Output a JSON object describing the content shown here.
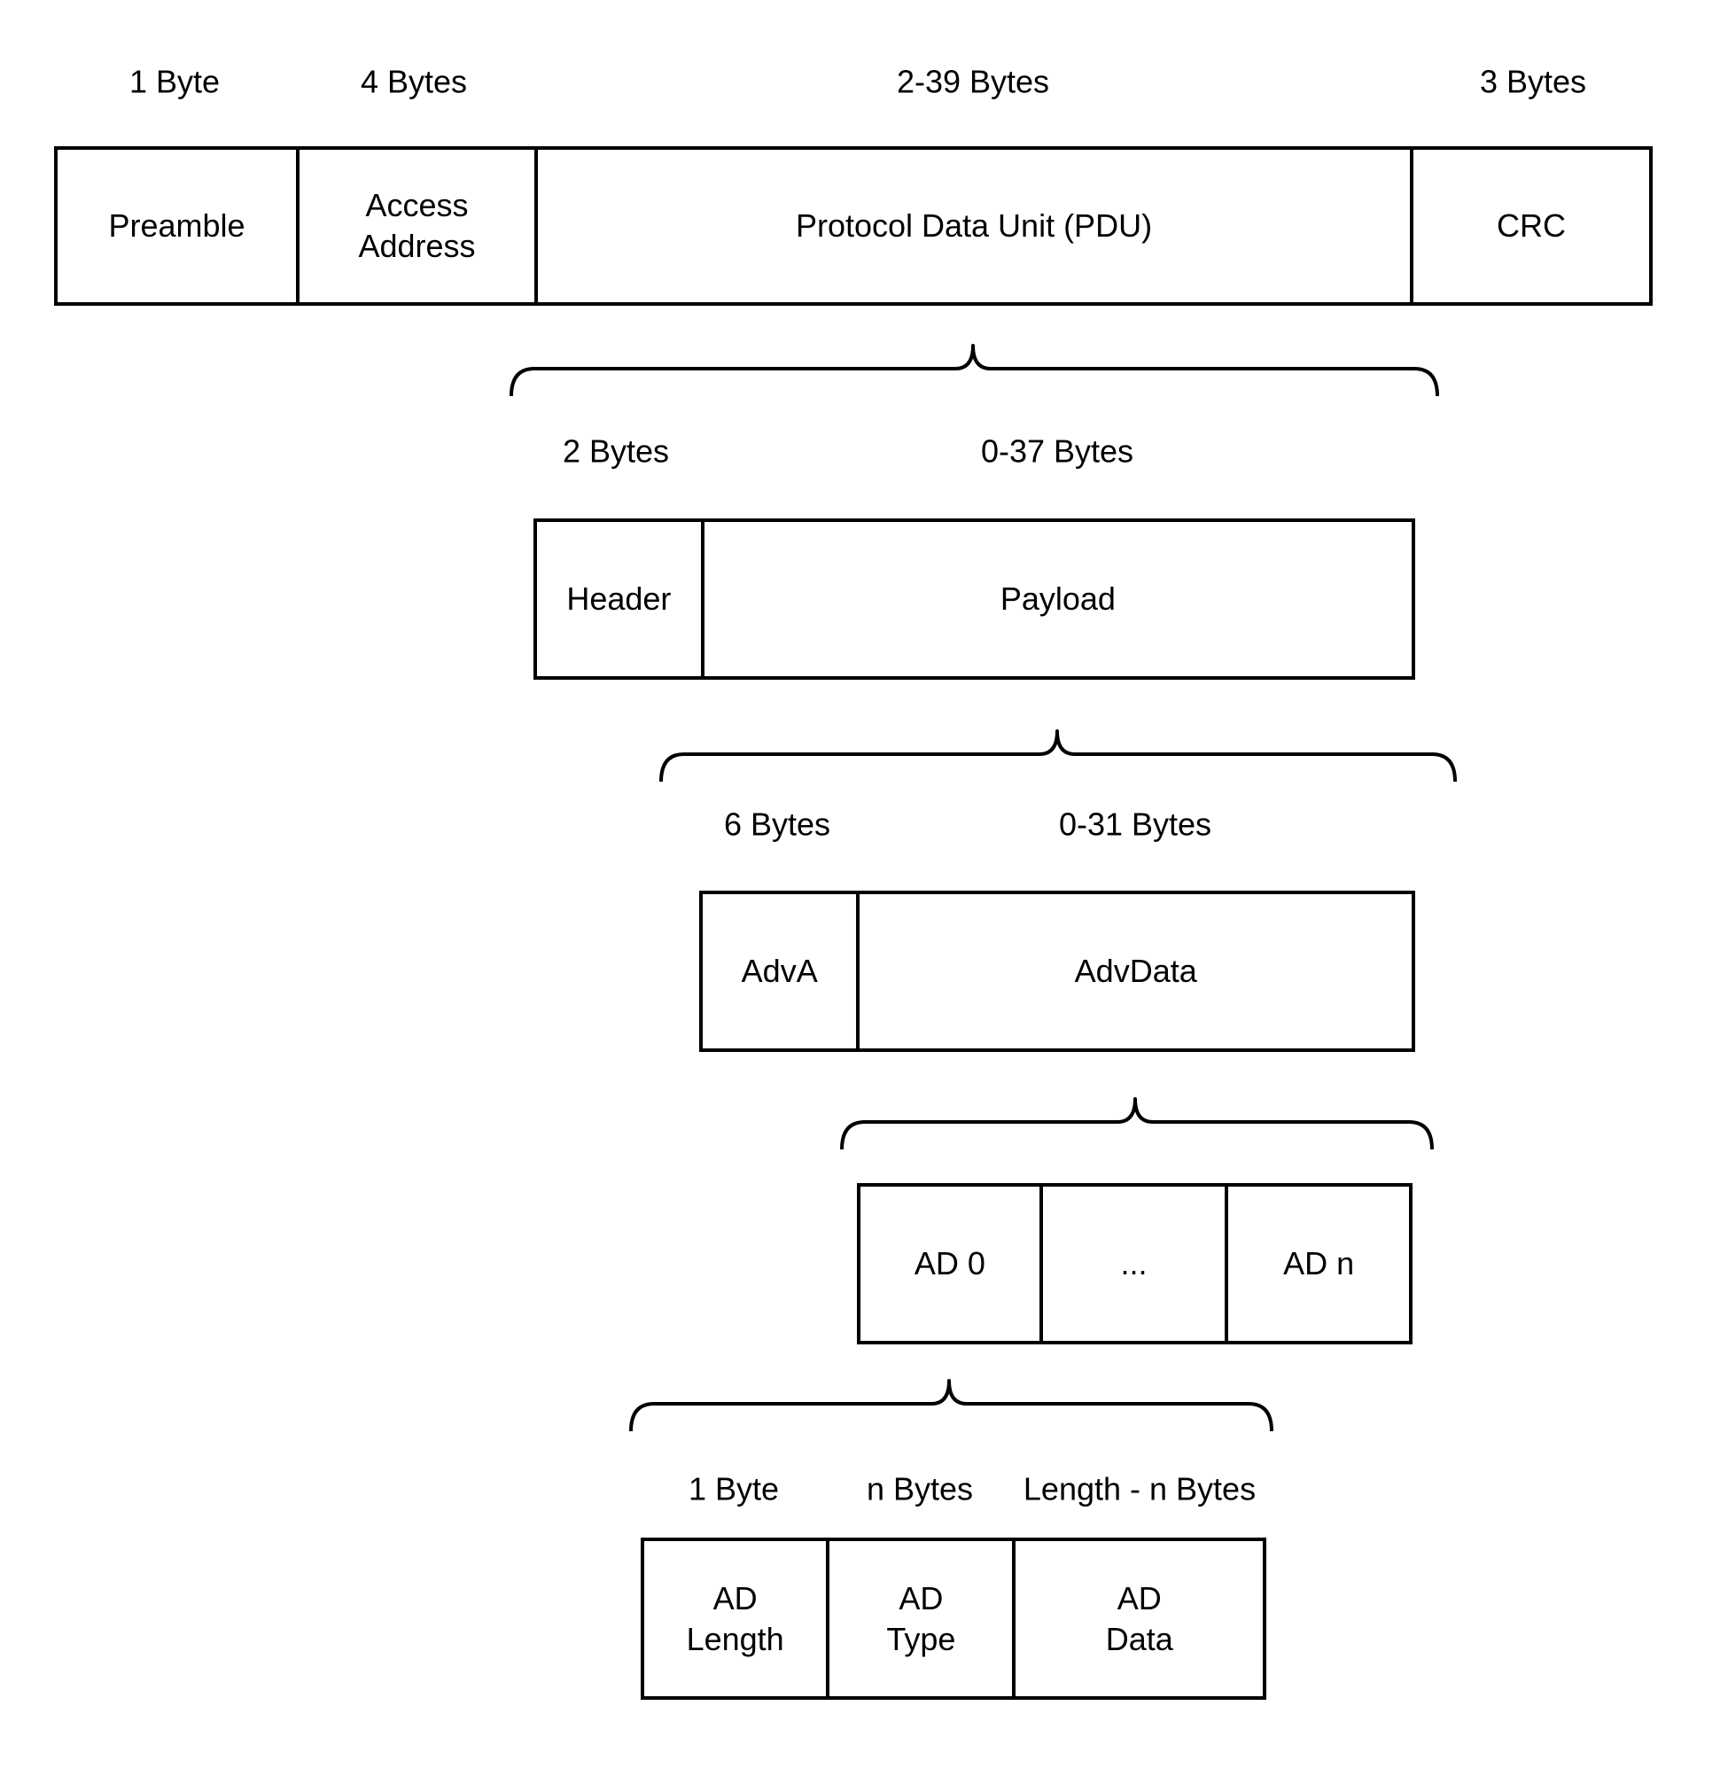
{
  "levels": [
    {
      "size_labels": [
        "1 Byte",
        "4 Bytes",
        "2-39 Bytes",
        "3 Bytes"
      ],
      "cells": [
        "Preamble",
        "Access\nAddress",
        "Protocol Data Unit (PDU)",
        "CRC"
      ]
    },
    {
      "size_labels": [
        "2 Bytes",
        "0-37 Bytes"
      ],
      "cells": [
        "Header",
        "Payload"
      ]
    },
    {
      "size_labels": [
        "6 Bytes",
        "0-31 Bytes"
      ],
      "cells": [
        "AdvA",
        "AdvData"
      ]
    },
    {
      "size_labels": [],
      "cells": [
        "AD 0",
        "...",
        "AD n"
      ]
    },
    {
      "size_labels": [
        "1 Byte",
        "n Bytes",
        "Length - n Bytes"
      ],
      "cells": [
        "AD\nLength",
        "AD\nType",
        "AD\nData"
      ]
    }
  ],
  "colors": {
    "stroke": "#000000",
    "text": "#000000",
    "background": "#ffffff"
  }
}
